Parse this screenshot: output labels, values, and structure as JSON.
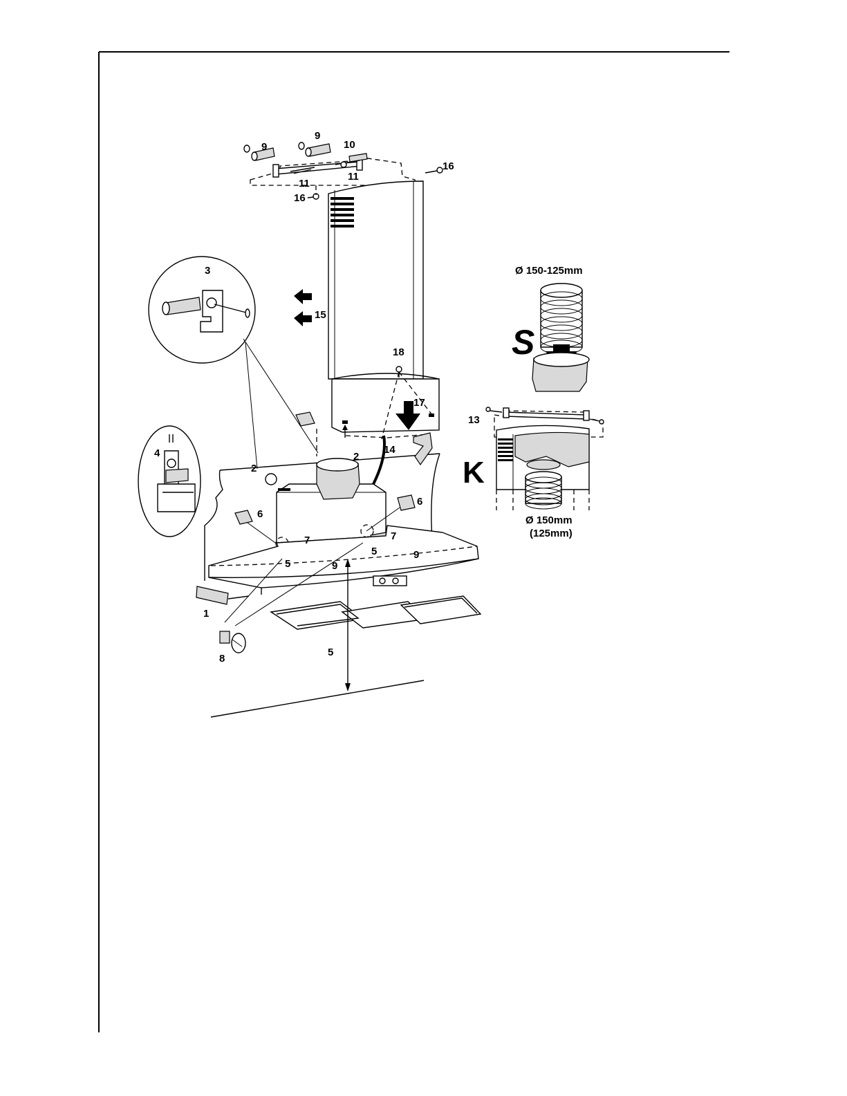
{
  "figure": {
    "labels": {
      "l1": "1",
      "l2a": "2",
      "l2b": "2",
      "l3": "3",
      "l4": "4",
      "l5a": "5",
      "l5b": "5",
      "l5c": "5",
      "l6a": "6",
      "l6b": "6",
      "l7a": "7",
      "l7b": "7",
      "l8": "8",
      "l9a": "9",
      "l9b": "9",
      "l9c": "9",
      "l9d": "9",
      "l10": "10",
      "l11a": "11",
      "l11b": "11",
      "l13": "13",
      "l14": "14",
      "l15": "15",
      "l16a": "16",
      "l16b": "16",
      "l17": "17",
      "l18": "18"
    },
    "mode_s": "S",
    "mode_k": "K",
    "duct_s_diameter": "Ø 150-125mm",
    "duct_k_diameter": "Ø 150mm",
    "duct_k_alt": "(125mm)"
  }
}
